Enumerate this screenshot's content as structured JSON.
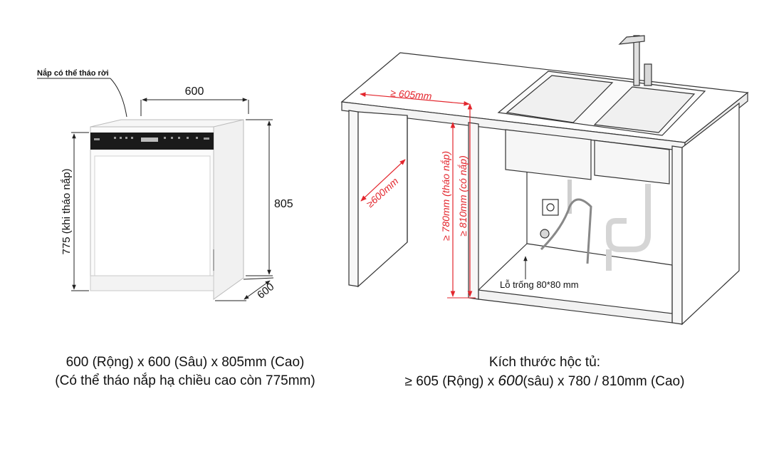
{
  "left": {
    "callout": "Nắp có thể tháo rời",
    "dim_width": "600",
    "dim_height_full": "805",
    "dim_height_no_lid": "775 (khi tháo nắp)",
    "dim_depth": "600",
    "caption_line1": "600 (Rộng) x 600 (Sâu) x 805mm (Cao)",
    "caption_line2": "(Có thể tháo nắp hạ chiều cao còn 775mm)"
  },
  "right": {
    "dim_width": "≥ 605mm",
    "dim_depth": "≥600mm",
    "dim_height_no_lid": "≥ 780mm (tháo nắp)",
    "dim_height_lid": "≥ 810mm (có nắp)",
    "hole_label": "Lỗ trống 80*80  mm",
    "caption_line1": "Kích thước hộc tủ:",
    "caption_line2_a": "≥ 605 (Rộng) x ",
    "caption_line2_b": "600",
    "caption_line2_c": "(sâu) x 780 / 810mm (Cao)"
  },
  "colors": {
    "accent_red": "#e3262d",
    "line": "#333333"
  }
}
